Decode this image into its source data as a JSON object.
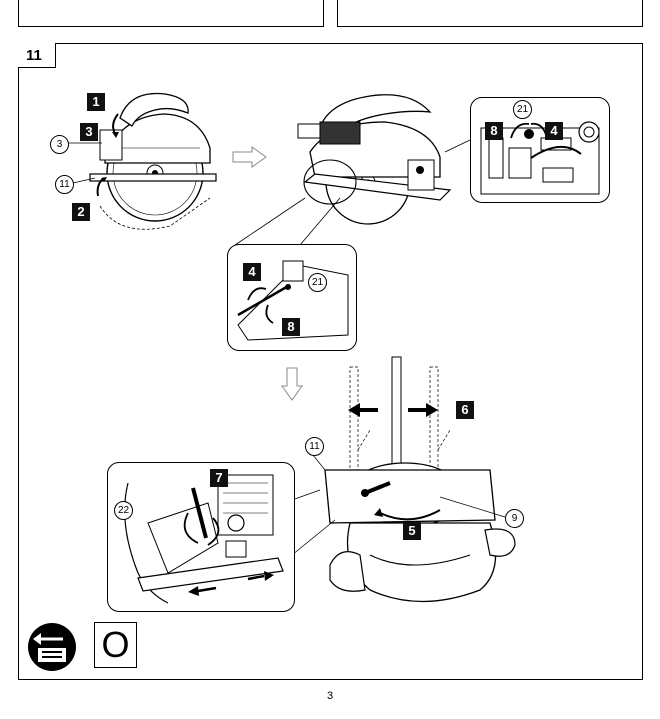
{
  "figure": {
    "number": "11",
    "page_number": "3",
    "status_symbol": "O"
  },
  "steps": {
    "s1": "1",
    "s2": "2",
    "s3": "3",
    "s4a": "4",
    "s4b": "4",
    "s5": "5",
    "s6": "6",
    "s7": "7",
    "s8a": "8",
    "s8b": "8"
  },
  "callouts": {
    "c3": "3",
    "c11a": "11",
    "c11b": "11",
    "c21a": "21",
    "c21b": "21",
    "c9": "9",
    "c22": "22"
  },
  "icons": {
    "battery_removal": "battery-removal-icon",
    "arrow_right": "hollow-arrow-right-icon",
    "arrow_down": "hollow-arrow-down-icon"
  }
}
